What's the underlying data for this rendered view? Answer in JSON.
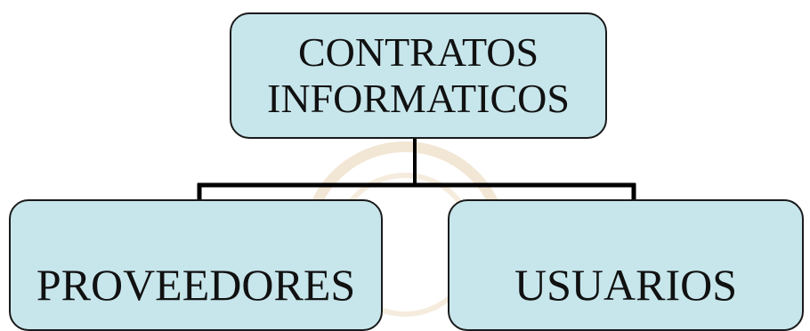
{
  "colors": {
    "box_fill": "#c7e6ec",
    "box_border": "#1a1a1a",
    "connector": "#000000",
    "watermark": "#f2e6d4"
  },
  "diagram": {
    "root": {
      "line1": "CONTRATOS",
      "line2": "INFORMATICOS"
    },
    "children": [
      {
        "label": "PROVEEDORES"
      },
      {
        "label": "USUARIOS"
      }
    ]
  }
}
